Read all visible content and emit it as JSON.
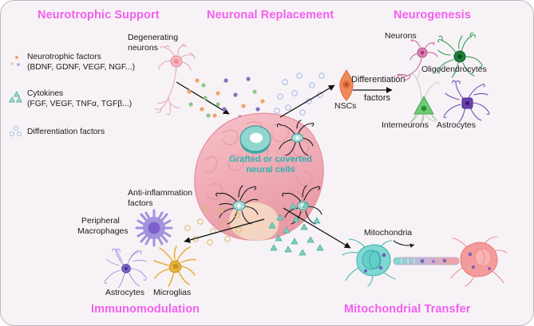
{
  "figure": {
    "background_color": "#f7f2f6",
    "border_color": "#bdb8bf",
    "title_color": "#f15ff0",
    "graft_label_color": "#2fb3b0"
  },
  "section_titles": {
    "neurotrophic_support": "Neurotrophic Support",
    "neuronal_replacement": "Neuronal Replacement",
    "neurogenesis": "Neurogenesis",
    "immunomodulation": "Immunomodulation",
    "mitochondrial_transfer": "Mitochondrial Transfer"
  },
  "legend": {
    "items": [
      {
        "icon": "orange-dots-icon",
        "icon_color": "#f0a56a",
        "line1": "Neurotrophic factors",
        "line2": "(BDNF, GDNF, VEGF, NGF...)"
      },
      {
        "icon": "teal-triangles-icon",
        "icon_color": "#4cb8a4",
        "line1": "Cytokines",
        "line2": "(FGF, VEGF, TNFα, TGFβ...)"
      },
      {
        "icon": "blue-open-circles-icon",
        "icon_color": "#9fb6e8",
        "line1": "Differentiation factors",
        "line2": ""
      }
    ]
  },
  "center": {
    "brain_label_line1": "Grafted or coverted",
    "brain_label_line2": "neural cells",
    "brain_fill": "#f2b8c0"
  },
  "cell_labels": {
    "degenerating_neurons_line1": "Degenerating",
    "degenerating_neurons_line2": "neurons",
    "nscs": "NSCs",
    "differentiation_factors_line1": "Differentiation",
    "differentiation_factors_line2": "factors",
    "neurons": "Neurons",
    "oligodendrocytes": "Oligodendrocytes",
    "interneurons": "Interneurons",
    "astrocytes_right": "Astrocytes",
    "anti_inflammation_line1": "Anti-inflammation",
    "anti_inflammation_line2": "factors",
    "peripheral_macrophages_line1": "Peripheral",
    "peripheral_macrophages_line2": "Macrophages",
    "astrocytes_left": "Astrocytes",
    "microglias": "Microglias",
    "mitochondria": "Mitochondria"
  },
  "cell_colors": {
    "degenerating_neuron": "#e8a0a8",
    "nsc": "#ef8254",
    "neuron_pink": "#cc5f9e",
    "oligodendrocyte_green": "#1d8a3f",
    "interneuron_green": "#57c168",
    "astrocyte_purple": "#6f4fb0",
    "macrophage_purple": "#8b7fd4",
    "astrocyte_left_purple": "#8b7fd4",
    "microglia_gold": "#e8b339",
    "mito_cell_teal": "#55c9c4",
    "mito_cell_red": "#ef7a7a"
  },
  "particles": {
    "neurotrophic_dot_colors": [
      "#f0a56a",
      "#8cc98c",
      "#8a6fc0"
    ],
    "differentiation_circle_color": "#9fb6e8",
    "anti_inflammation_circle_color": "#e8c36a",
    "cytokine_triangle_color": "#4cb8a4"
  }
}
